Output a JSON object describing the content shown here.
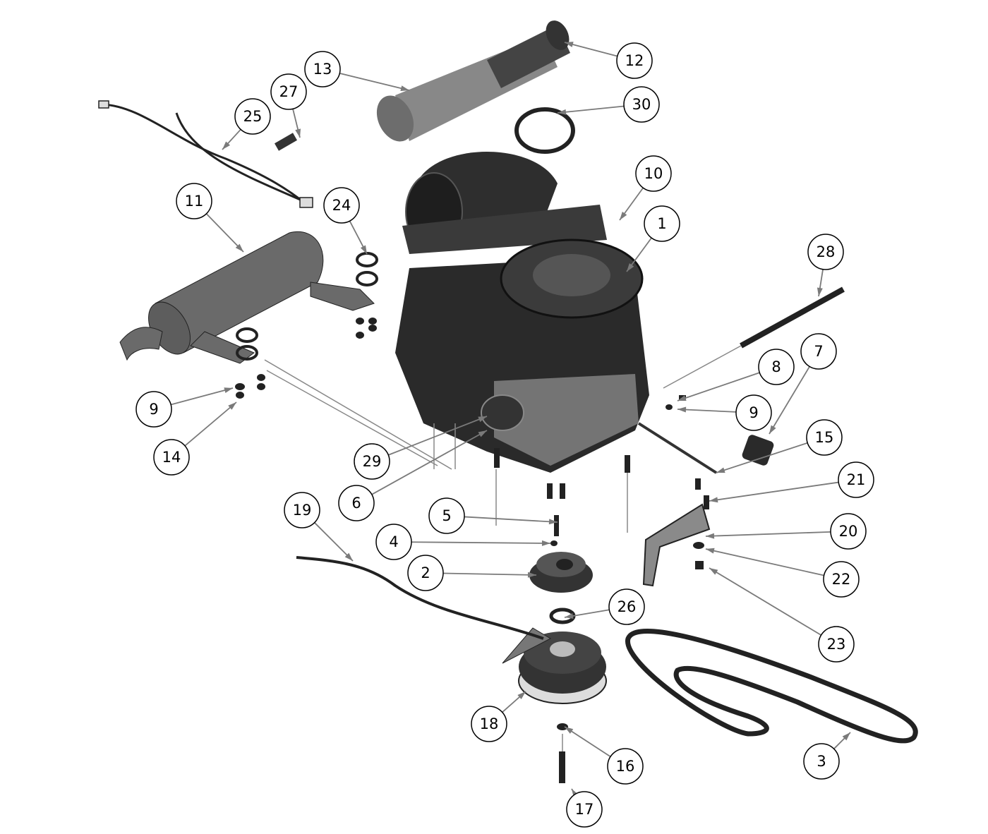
{
  "diagram": {
    "type": "exploded-parts-diagram",
    "callouts": [
      "12",
      "13",
      "27",
      "30",
      "25",
      "10",
      "11",
      "24",
      "1",
      "28",
      "7",
      "8",
      "9",
      "9",
      "15",
      "14",
      "29",
      "21",
      "6",
      "19",
      "5",
      "20",
      "4",
      "2",
      "22",
      "26",
      "23",
      "18",
      "3",
      "16",
      "17"
    ]
  },
  "colors": {
    "part_dark": "#2e2e2e",
    "part_mid": "#6b6b6b",
    "part_light": "#a8a8a8",
    "leader": "#7a7a7a",
    "circle": "#000000"
  }
}
